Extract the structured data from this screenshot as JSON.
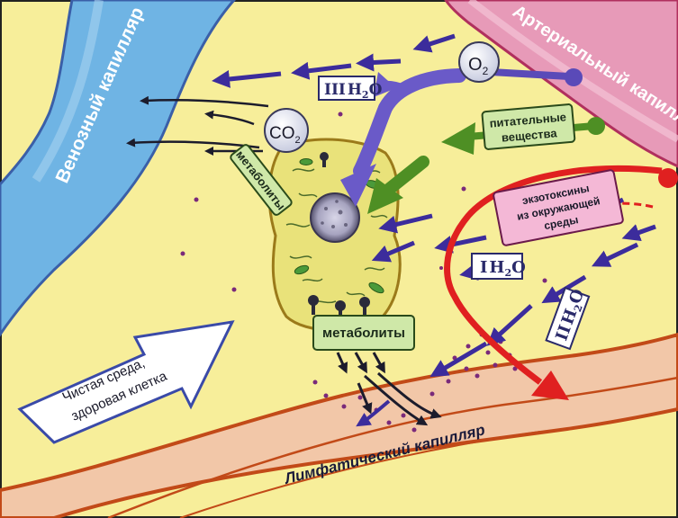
{
  "labels": {
    "venous": "Венозный капилляр",
    "arterial": "Артериальный капилляр",
    "lymphatic": "Лимфатический капилляр",
    "clean_line1": "Чистая среда,",
    "clean_line2": "здоровая клетка",
    "o2_base": "O",
    "o2_sub": "2",
    "co2_base": "CO",
    "co2_sub": "2",
    "metabolites_top": "метаболиты",
    "metabolites_bottom": "метаболиты",
    "nutrients_line1": "питательные",
    "nutrients_line2": "вещества",
    "exo_line1": "экзотоксины",
    "exo_line2": "из окружающей",
    "exo_line3": "среды",
    "water3_roman": "III",
    "water3_formula": "H",
    "water3_sub": "2",
    "water3_o": "O",
    "water1_roman": "I",
    "water1_formula": "H",
    "water1_sub": "2",
    "water1_o": "O",
    "water2_roman": "II",
    "water2_formula": "H",
    "water2_sub": "2",
    "water2_o": "O"
  },
  "colors": {
    "background": "#f7ee9a",
    "venous_fill": "#6fb4e4",
    "venous_edge": "#3a5fa8",
    "arterial_fill": "#e79ab8",
    "arterial_edge": "#b0305e",
    "lymph_fill": "#f2c7a8",
    "lymph_edge": "#c24a18",
    "water_arrow": "#3c2c9c",
    "o2_arrow": "#6a5ac8",
    "nutrient_arrow": "#4e8f24",
    "toxin_arrow": "#e02020",
    "label_box_green": "#cfe8a8",
    "label_box_pink": "#f4b8d6"
  }
}
